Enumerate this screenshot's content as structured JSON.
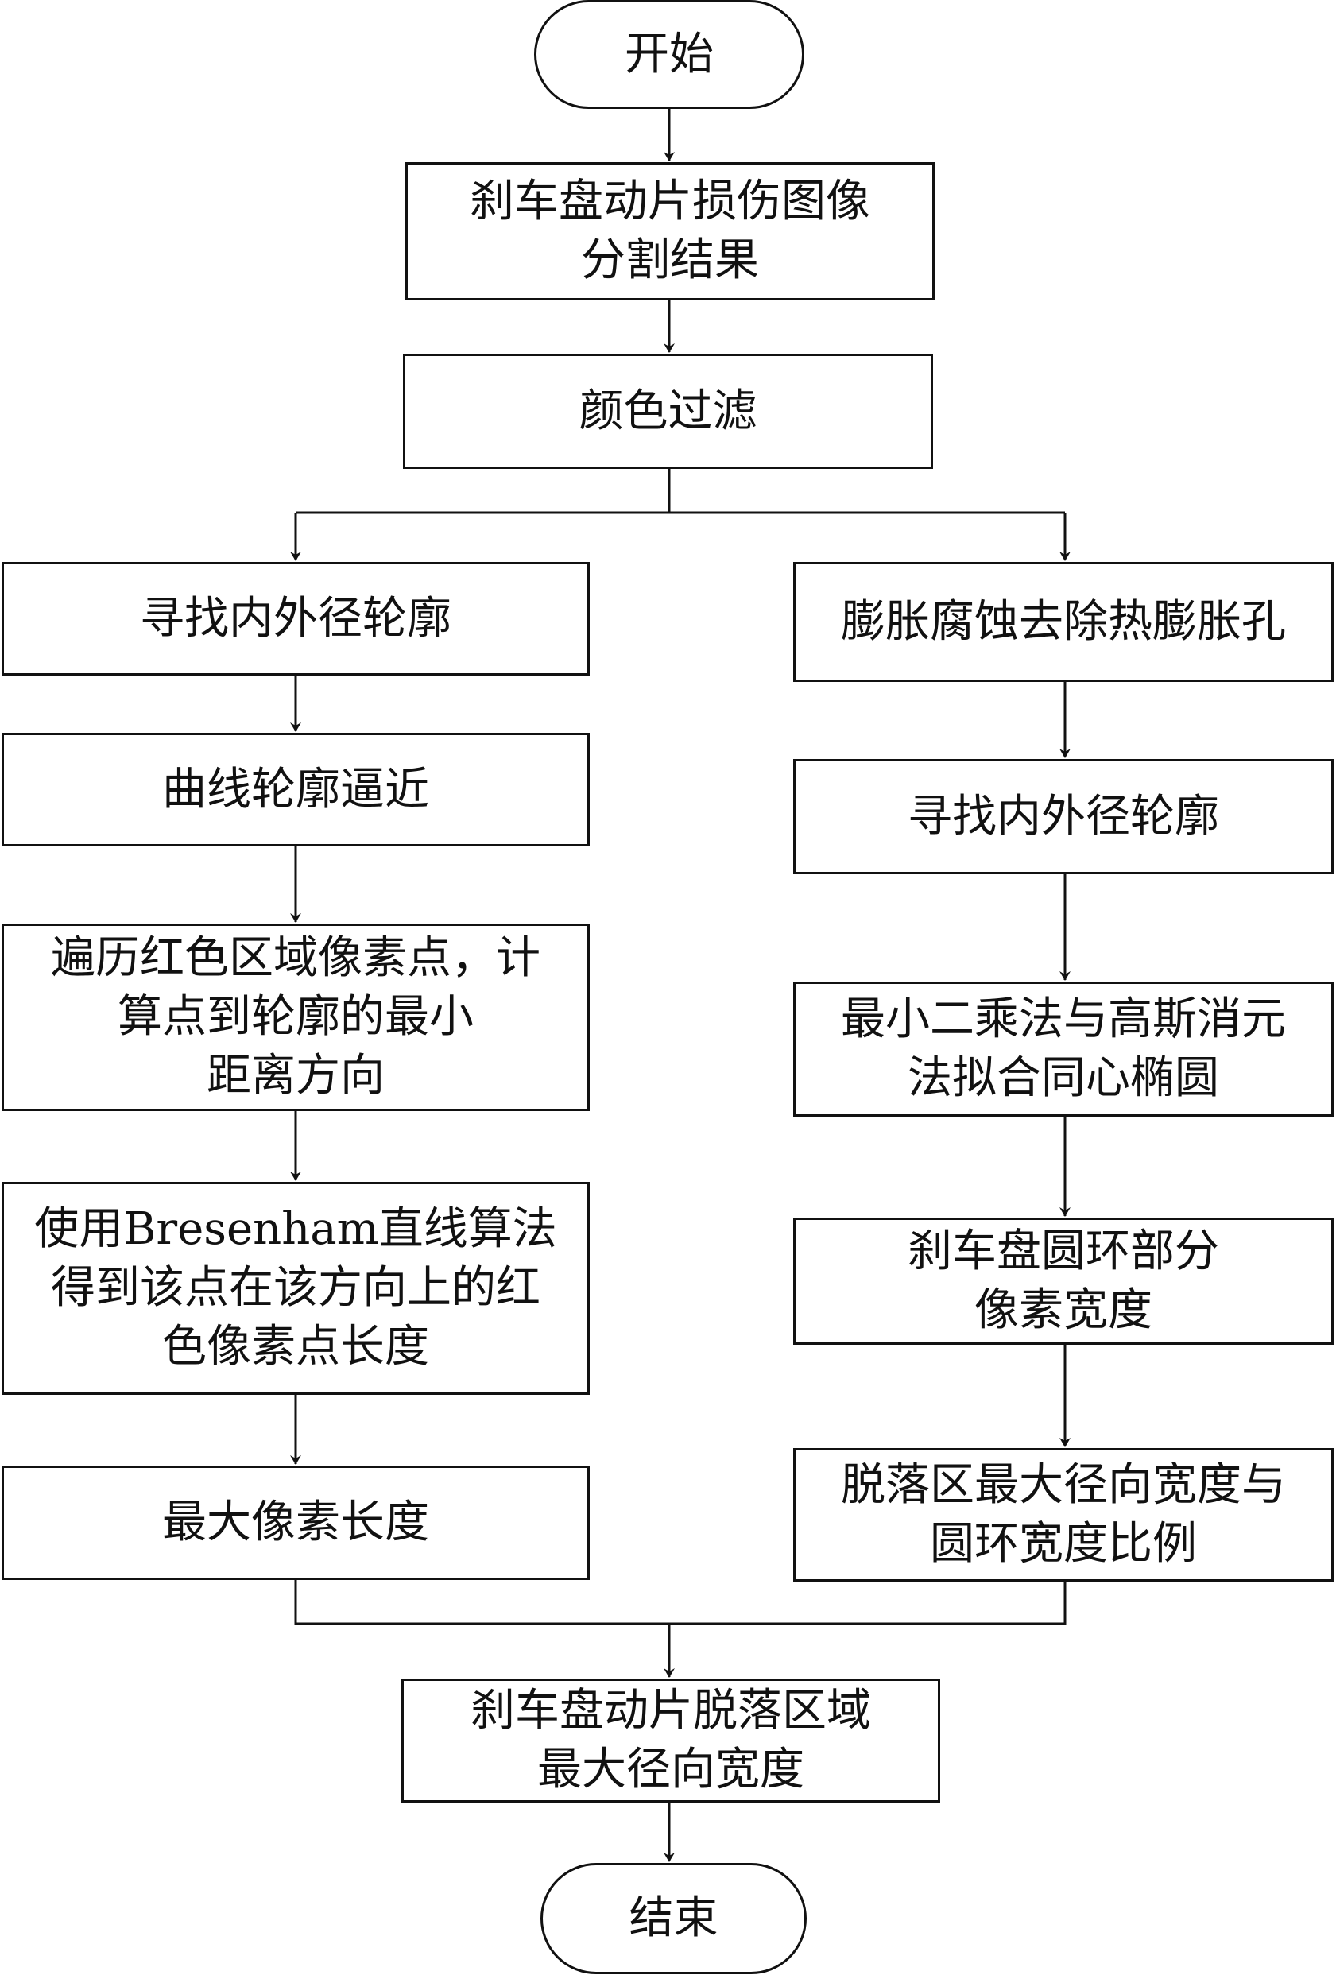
{
  "diagram": {
    "nodes": {
      "start": "开始",
      "seg": "刹车盘动片损伤图像\n分割结果",
      "color": "颜色过滤",
      "l1": "寻找内外径轮廓",
      "l2": "曲线轮廓逼近",
      "l3": "遍历红色区域像素点，计\n算点到轮廓的最小\n距离方向",
      "l4": "使用Bresenham直线算法\n得到该点在该方向上的红\n色像素点长度",
      "l5": "最大像素长度",
      "r1": "膨胀腐蚀去除热膨胀孔",
      "r2": "寻找内外径轮廓",
      "r3": "最小二乘法与高斯消元\n法拟合同心椭圆",
      "r4": "刹车盘圆环部分\n像素宽度",
      "r5": "脱落区最大径向宽度与\n圆环宽度比例",
      "result": "刹车盘动片脱落区域\n最大径向宽度",
      "end": "结束"
    },
    "edges": [
      [
        "start",
        "seg"
      ],
      [
        "seg",
        "color"
      ],
      [
        "color",
        "l1"
      ],
      [
        "color",
        "r1"
      ],
      [
        "l1",
        "l2"
      ],
      [
        "l2",
        "l3"
      ],
      [
        "l3",
        "l4"
      ],
      [
        "l4",
        "l5"
      ],
      [
        "r1",
        "r2"
      ],
      [
        "r2",
        "r3"
      ],
      [
        "r3",
        "r4"
      ],
      [
        "r4",
        "r5"
      ],
      [
        "l5",
        "result"
      ],
      [
        "r5",
        "result"
      ],
      [
        "result",
        "end"
      ]
    ]
  }
}
